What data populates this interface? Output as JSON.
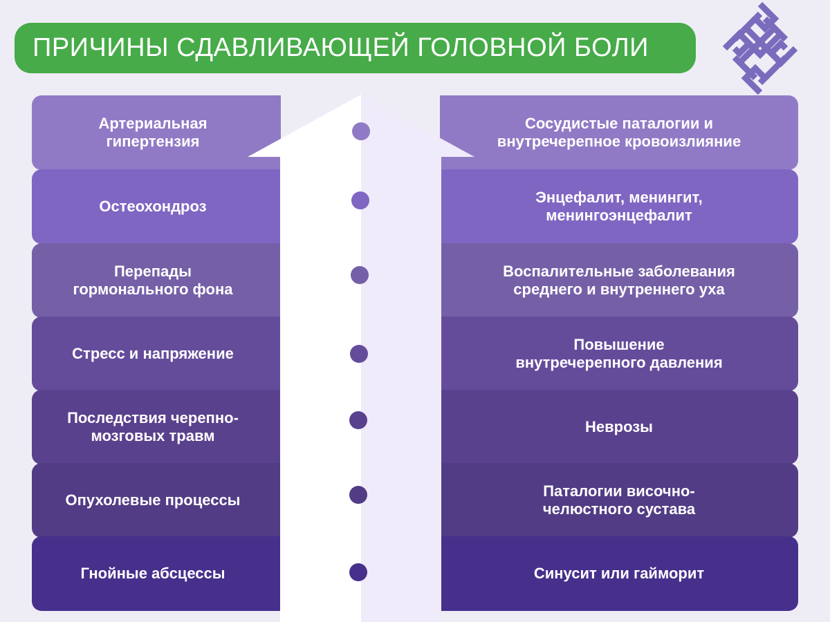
{
  "title": "ПРИЧИНЫ СДАВЛИВАЮЩЕЙ ГОЛОВНОЙ БОЛИ",
  "colors": {
    "background": "#eeedf6",
    "title_bg": "#46ab48",
    "logo": "#7b6bbd",
    "arrow_left": "#ffffff",
    "arrow_right": "#efebfa",
    "rows": [
      "#917ac5",
      "#8066c3",
      "#7560a7",
      "#654c9b",
      "#5a418d",
      "#523c85",
      "#46308c"
    ]
  },
  "left_causes": [
    "Артериальная\nгипертензия",
    "Остеохондроз",
    "Перепады\nгормонального фона",
    "Стресс и напряжение",
    "Последствия черепно-\nмозговых травм",
    "Опухолевые процессы",
    "Гнойные абсцессы"
  ],
  "right_causes": [
    "Сосудистые паталогии и\nвнутречерепное кровоизлияние",
    "Энцефалит, менингит,\nменингоэнцефалит",
    "Воспалительные заболевания\nсреднего и внутреннего уха",
    "Повышение\nвнутречерепного давления",
    "Неврозы",
    "Паталогии височно-\nчелюстного сустава",
    "Синусит или гайморит"
  ],
  "icons": {
    "logo": "endless-knot-icon",
    "arrow": "up-arrow-icon"
  }
}
